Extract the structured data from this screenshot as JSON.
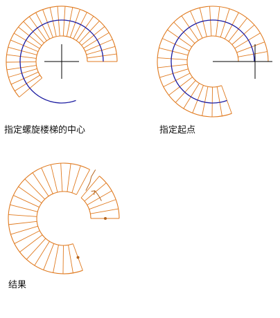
{
  "captions": {
    "step_center": "指定螺旋楼梯的中心",
    "step_start": "指定起点",
    "step_result": "结果"
  },
  "colors": {
    "stair": "#e07a1f",
    "stair_dark": "#b5651d",
    "path": "#1a1aa0",
    "crosshair": "#000000",
    "background": "#ffffff"
  }
}
